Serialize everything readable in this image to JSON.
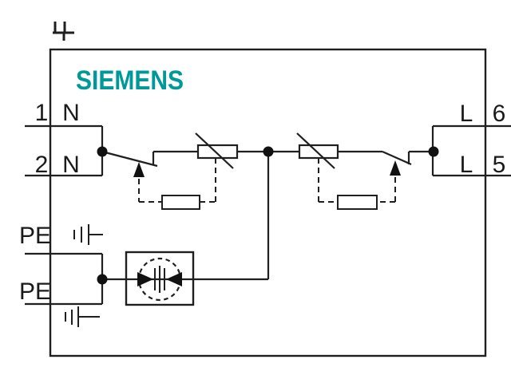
{
  "brand": {
    "name": "SIEMENS",
    "color": "#009999"
  },
  "diagram": {
    "kind": "surge-protection-device wiring diagram",
    "colors": {
      "line": "#1f1f1f",
      "background": "#ffffff",
      "junction": "#111111"
    }
  },
  "terminals": {
    "left": [
      {
        "number": "1",
        "label": "N"
      },
      {
        "number": "2",
        "label": "N"
      }
    ],
    "right": [
      {
        "label": "L",
        "number": "6"
      },
      {
        "label": "L",
        "number": "5"
      }
    ],
    "pe": [
      {
        "label": "PE"
      },
      {
        "label": "PE"
      }
    ]
  },
  "symbols": {
    "frame_earth": "frame-earth-icon",
    "earth_top": "earth-icon",
    "earth_bottom": "earth-icon",
    "varistor_left": "varistor-icon",
    "varistor_right": "varistor-icon",
    "switch_left": "thermal-disconnect-switch-icon",
    "switch_right": "thermal-disconnect-switch-icon",
    "spark_gap": "spark-gap-icon"
  }
}
